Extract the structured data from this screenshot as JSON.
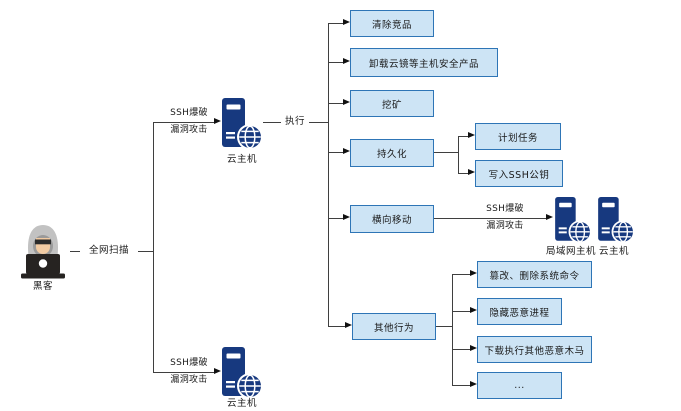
{
  "colors": {
    "box_fill": "#CDE4F5",
    "box_border": "#2E75B6",
    "server_blue": "#17397F",
    "line_color": "#3F3F3F",
    "arrow_color": "#111111",
    "hood_gray": "#C2C2C2",
    "skin": "#F2CBA3",
    "dark_body": "#262321"
  },
  "nodes": {
    "hacker": "黑客",
    "cloud_host_top": "云主机",
    "cloud_host_bottom": "云主机",
    "lan_host": "局域网主机",
    "cloud_host_right": "云主机"
  },
  "edges": {
    "scan": "全网扫描",
    "execute": "执行",
    "ssh_top": {
      "l1": "SSH爆破",
      "l2": "漏洞攻击"
    },
    "ssh_bottom": {
      "l1": "SSH爆破",
      "l2": "漏洞攻击"
    },
    "ssh_lateral": {
      "l1": "SSH爆破",
      "l2": "漏洞攻击"
    }
  },
  "actions": {
    "clear_competitors": "清除竞品",
    "uninstall_security": "卸载云镜等主机安全产品",
    "mining": "挖矿",
    "persistence": "持久化",
    "lateral_movement": "横向移动",
    "other_behaviors": "其他行为"
  },
  "persistence_children": {
    "scheduled_tasks": "计划任务",
    "write_ssh_key": "写入SSH公钥"
  },
  "other_children": {
    "tamper_delete_system_commands": "篡改、删除系统命令",
    "hide_malicious_process": "隐藏恶意进程",
    "download_other_trojans": "下载执行其他恶意木马",
    "ellipsis": "..."
  }
}
